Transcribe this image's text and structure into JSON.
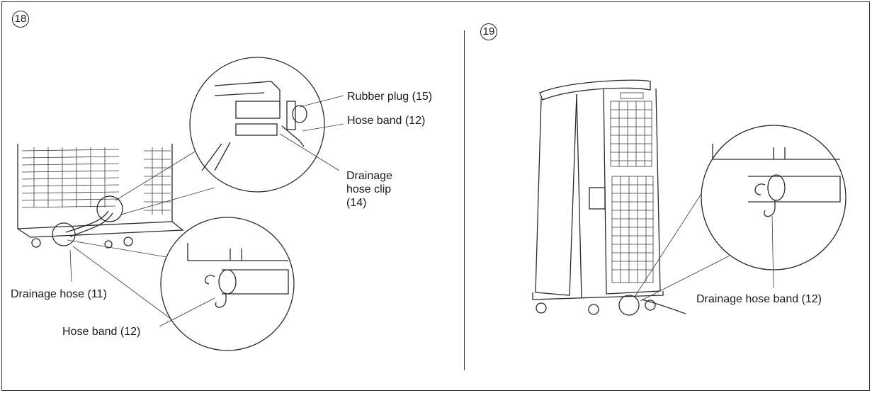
{
  "figure_18": {
    "number": "18",
    "callouts": {
      "rubber_plug": "Rubber plug (15)",
      "hose_band_top": "Hose band (12)",
      "drainage_hose_clip": "Drainage hose clip (14)",
      "drainage_hose": "Drainage hose (11)",
      "hose_band_bottom": "Hose band (12)"
    }
  },
  "figure_19": {
    "number": "19",
    "callouts": {
      "drainage_hose_band": "Drainage hose band (12)"
    }
  }
}
